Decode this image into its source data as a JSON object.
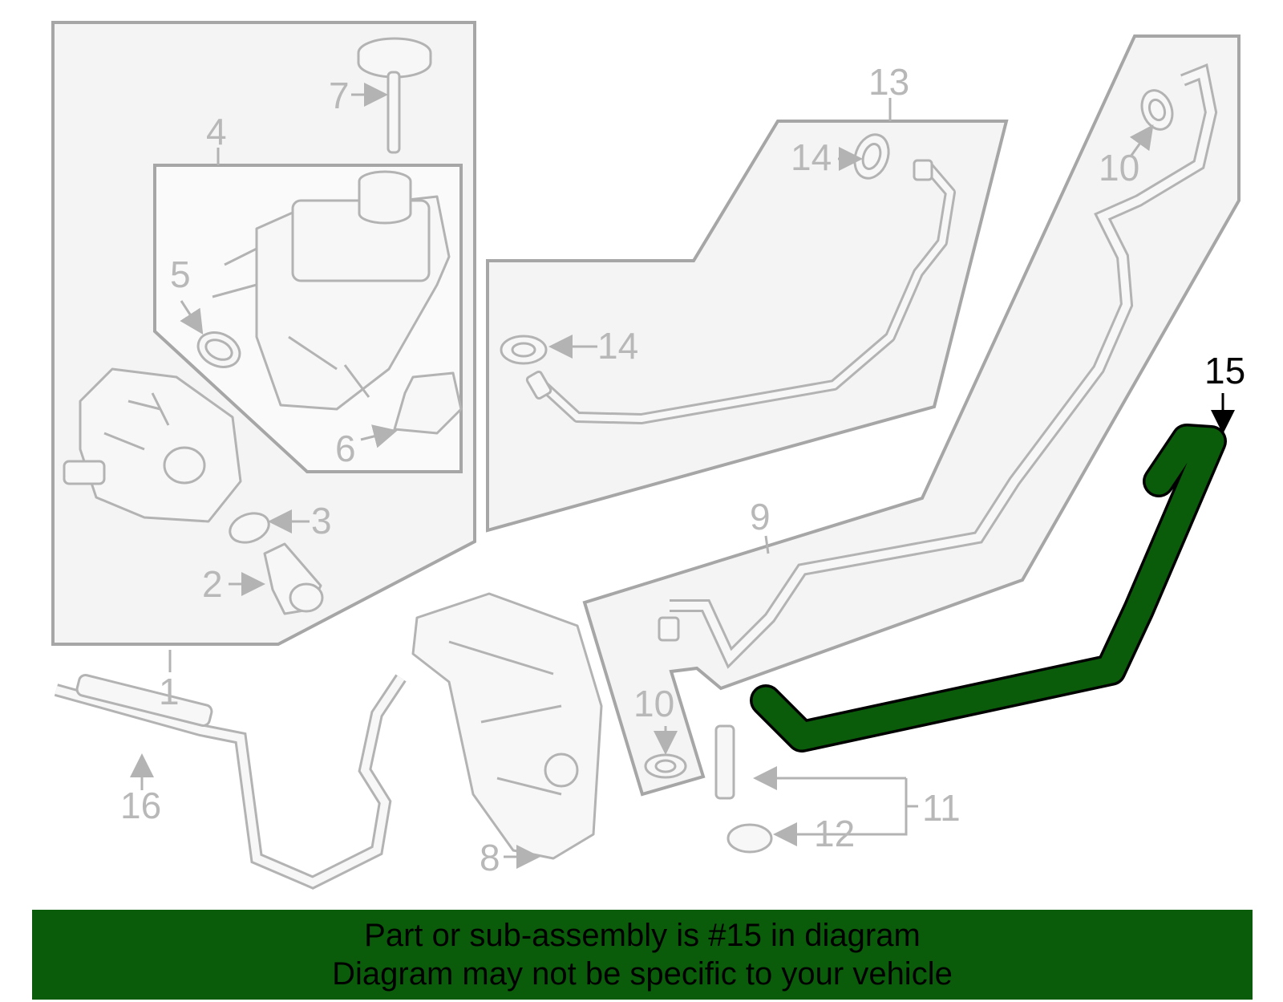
{
  "callouts": {
    "n1": "1",
    "n2": "2",
    "n3": "3",
    "n4": "4",
    "n5": "5",
    "n6": "6",
    "n7": "7",
    "n8": "8",
    "n9": "9",
    "n10a": "10",
    "n10b": "10",
    "n11": "11",
    "n12": "12",
    "n13": "13",
    "n14a": "14",
    "n14b": "14",
    "n15": "15",
    "n16": "16"
  },
  "banner": {
    "line1": "Part or sub-assembly is #15 in diagram",
    "line2": "Diagram may not be specific to your vehicle"
  },
  "colors": {
    "highlight": "#0a5c0a",
    "linework": "#b3b3b3",
    "group_fill": "#f4f4f4"
  }
}
